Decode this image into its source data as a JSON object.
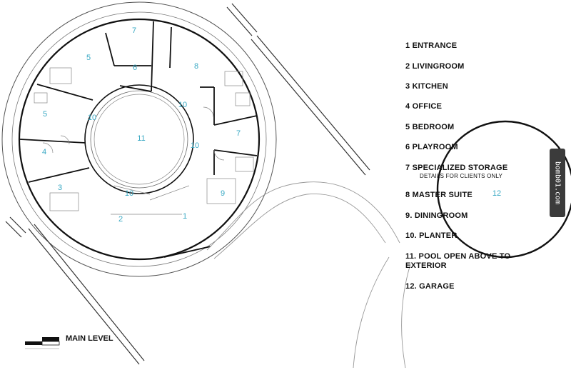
{
  "legend": [
    {
      "text": "1  ENTRANCE"
    },
    {
      "text": "2   LIVINGROOM"
    },
    {
      "text": "3   KITCHEN"
    },
    {
      "text": "4   OFFICE"
    },
    {
      "text": "5   BEDROOM"
    },
    {
      "text": "6   PLAYROOM"
    },
    {
      "text": "7   SPECIALIZED STORAGE",
      "sub": "DETAILS FOR CLIENTS ONLY"
    },
    {
      "text": "8   MASTER SUITE"
    },
    {
      "text": "9.  DININGROOM"
    },
    {
      "text": "10.  PLANTER"
    },
    {
      "text": "11. POOL OPEN ABOVE TO EXTERIOR"
    },
    {
      "text": "12. GARAGE"
    }
  ],
  "level_label": "MAIN LEVEL",
  "watermark": "bomb01.com",
  "rooms": [
    "7",
    "5",
    "6",
    "8",
    "10",
    "5",
    "11",
    "10",
    "7",
    "10",
    "4",
    "3",
    "9",
    "10",
    "2",
    "1",
    "12"
  ],
  "colors": {
    "room_number": "#3aa9c4",
    "wall": "#111111"
  }
}
